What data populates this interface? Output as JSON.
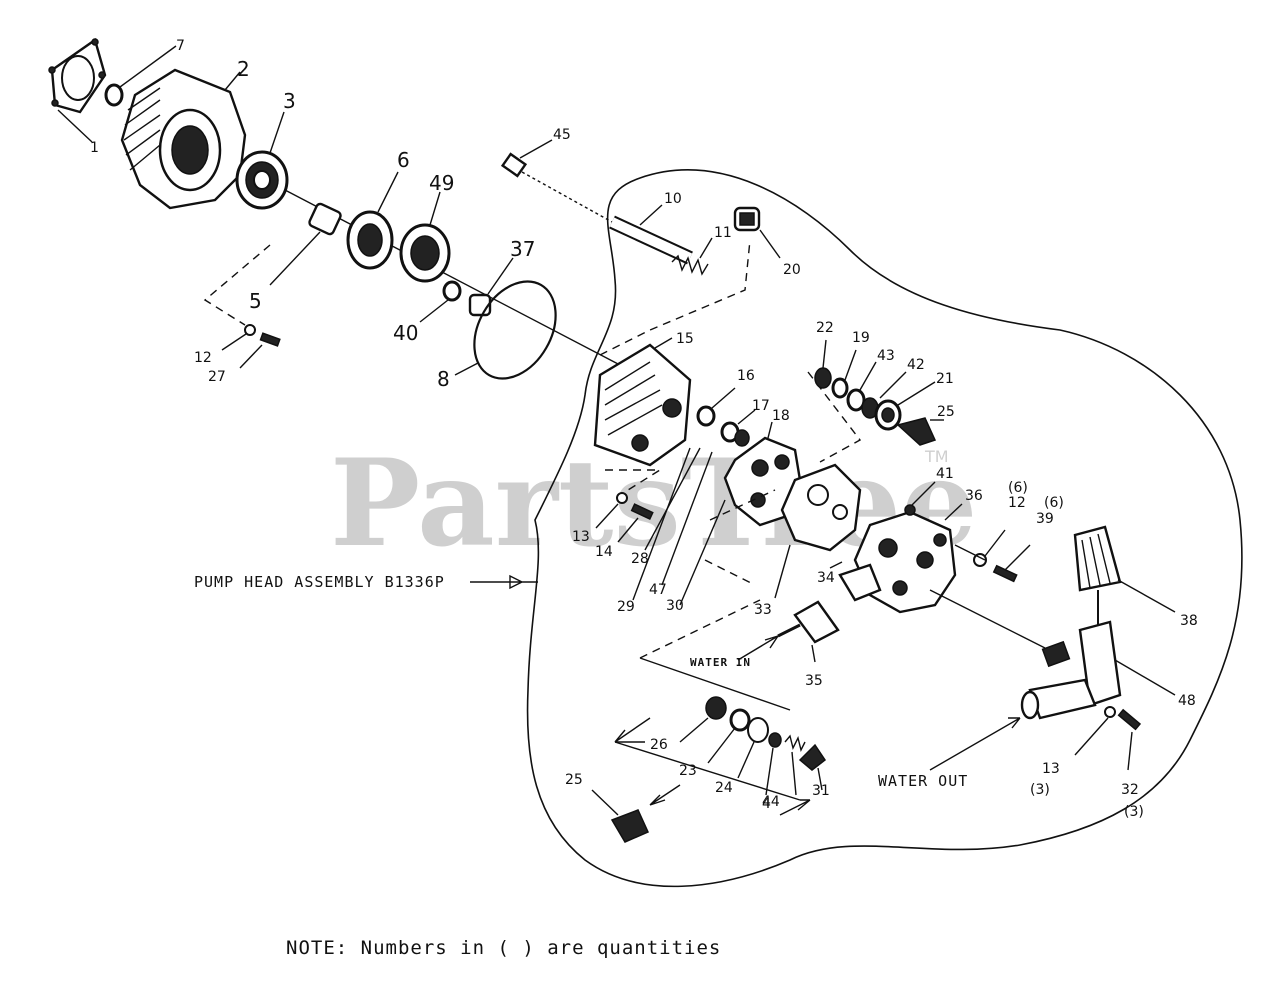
{
  "watermark": {
    "text": "PartsTree",
    "tm": "TM"
  },
  "callouts": [
    "1",
    "7",
    "2",
    "3",
    "6",
    "49",
    "45",
    "10",
    "11",
    "20",
    "37",
    "5",
    "40",
    "12",
    "27",
    "8",
    "15",
    "22",
    "19",
    "43",
    "42",
    "21",
    "25",
    "16",
    "17",
    "18",
    "41",
    "36",
    "12",
    "39",
    "13",
    "14",
    "28",
    "47",
    "29",
    "30",
    "33",
    "34",
    "38",
    "35",
    "48",
    "26",
    "23",
    "24",
    "4",
    "44",
    "31",
    "25",
    "13",
    "32"
  ],
  "quantities": [
    "(6)",
    "(6)",
    "(3)",
    "(3)"
  ],
  "captions": {
    "pump_head": "PUMP HEAD ASSEMBLY B1336P",
    "water_in": "WATER IN",
    "water_out": "WATER OUT"
  },
  "note": "NOTE: Numbers in (   ) are quantities"
}
